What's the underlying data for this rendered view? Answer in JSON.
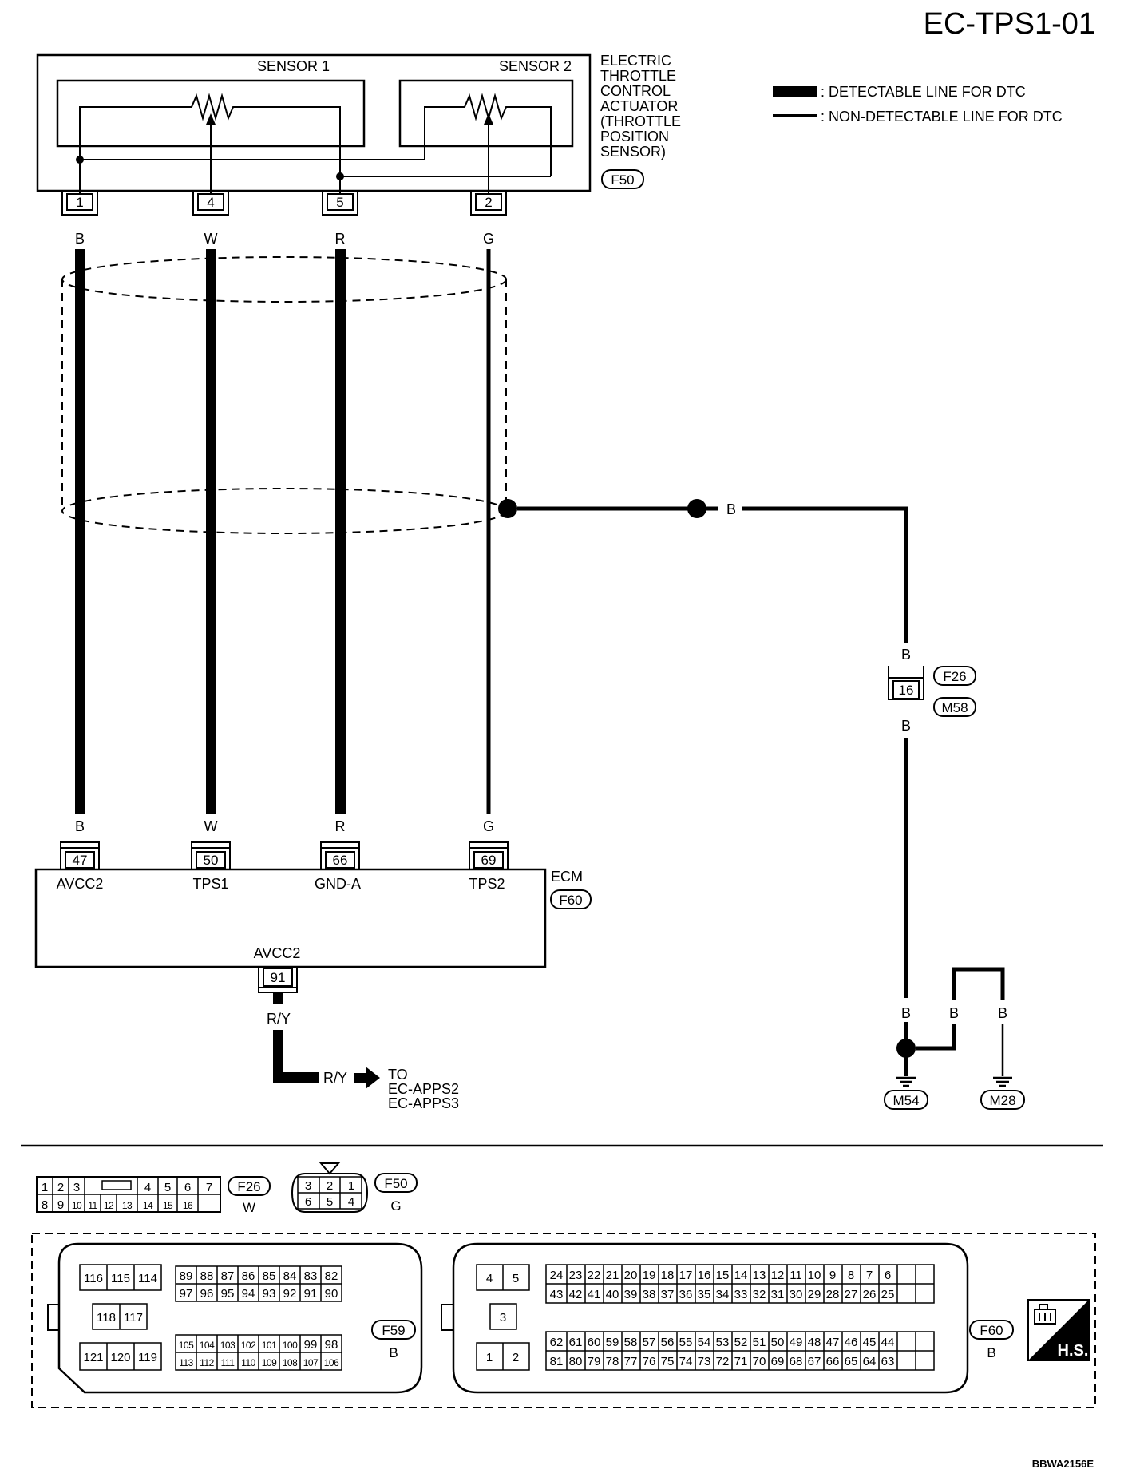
{
  "page_id": "EC-TPS1-01",
  "figure_code": "BBWA2156E",
  "legend": {
    "detectable": ": DETECTABLE LINE FOR DTC",
    "non_detectable": ": NON-DETECTABLE LINE FOR DTC"
  },
  "actuator": {
    "sensor1": "SENSOR 1",
    "sensor2": "SENSOR 2",
    "name_lines": [
      "ELECTRIC",
      "THROTTLE",
      "CONTROL",
      "ACTUATOR",
      "(THROTTLE",
      "POSITION",
      "SENSOR)"
    ],
    "connector": "F50"
  },
  "wires": [
    {
      "actuator_pin": "1",
      "color_top": "B",
      "color_bottom": "B",
      "ecm_pin": "47",
      "ecm_label": "AVCC2"
    },
    {
      "actuator_pin": "4",
      "color_top": "W",
      "color_bottom": "W",
      "ecm_pin": "50",
      "ecm_label": "TPS1"
    },
    {
      "actuator_pin": "5",
      "color_top": "R",
      "color_bottom": "R",
      "ecm_pin": "66",
      "ecm_label": "GND-A"
    },
    {
      "actuator_pin": "2",
      "color_top": "G",
      "color_bottom": "G",
      "ecm_pin": "69",
      "ecm_label": "TPS2"
    }
  ],
  "ecm": {
    "name": "ECM",
    "connector": "F60",
    "bottom_label": "AVCC2",
    "bottom_pin": "91",
    "bottom_color": "R/Y",
    "arrow_color": "R/Y",
    "to_lines": [
      "TO",
      "EC-APPS2",
      "EC-APPS3"
    ]
  },
  "shield": {
    "wire_color": "B",
    "joint_pin": "16",
    "joint_color_top": "B",
    "joint_color_bottom": "B",
    "joint_connector_top": "F26",
    "joint_connector_bottom": "M58",
    "ground_colors": [
      "B",
      "B",
      "B"
    ],
    "grounds": [
      "M54",
      "M28"
    ]
  },
  "connectors": {
    "f26": {
      "id": "F26",
      "color": "W",
      "row1_left": [
        "1",
        "2",
        "3"
      ],
      "row1_right": [
        "4",
        "5",
        "6",
        "7"
      ],
      "row2": [
        "8",
        "9",
        "10",
        "11",
        "12",
        "13",
        "14",
        "15",
        "16"
      ]
    },
    "f50": {
      "id": "F50",
      "color": "G",
      "row1": [
        "3",
        "2",
        "1"
      ],
      "row2": [
        "6",
        "5",
        "4"
      ]
    },
    "f59": {
      "id": "F59",
      "color": "B",
      "big_row1": [
        "116",
        "115",
        "114"
      ],
      "big_row2": [
        "118",
        "117"
      ],
      "big_row3": [
        "121",
        "120",
        "119"
      ],
      "grid_top_row1": [
        "89",
        "88",
        "87",
        "86",
        "85",
        "84",
        "83",
        "82"
      ],
      "grid_top_row2": [
        "97",
        "96",
        "95",
        "94",
        "93",
        "92",
        "91",
        "90"
      ],
      "grid_bot_row1": [
        "105",
        "104",
        "103",
        "102",
        "101",
        "100",
        "99",
        "98"
      ],
      "grid_bot_row2": [
        "113",
        "112",
        "111",
        "110",
        "109",
        "108",
        "107",
        "106"
      ]
    },
    "f60": {
      "id": "F60",
      "color": "B",
      "big_row1": [
        "4",
        "5"
      ],
      "big_row2": [
        "3"
      ],
      "big_row3": [
        "1",
        "2"
      ],
      "grid_top_row1": [
        "24",
        "23",
        "22",
        "21",
        "20",
        "19",
        "18",
        "17",
        "16",
        "15",
        "14",
        "13",
        "12",
        "11",
        "10",
        "9",
        "8",
        "7",
        "6"
      ],
      "grid_top_row2": [
        "43",
        "42",
        "41",
        "40",
        "39",
        "38",
        "37",
        "36",
        "35",
        "34",
        "33",
        "32",
        "31",
        "30",
        "29",
        "28",
        "27",
        "26",
        "25"
      ],
      "grid_bot_row1": [
        "62",
        "61",
        "60",
        "59",
        "58",
        "57",
        "56",
        "55",
        "54",
        "53",
        "52",
        "51",
        "50",
        "49",
        "48",
        "47",
        "46",
        "45",
        "44"
      ],
      "grid_bot_row2": [
        "81",
        "80",
        "79",
        "78",
        "77",
        "76",
        "75",
        "74",
        "73",
        "72",
        "71",
        "70",
        "69",
        "68",
        "67",
        "66",
        "65",
        "64",
        "63"
      ]
    },
    "hs_badge": "H.S."
  }
}
